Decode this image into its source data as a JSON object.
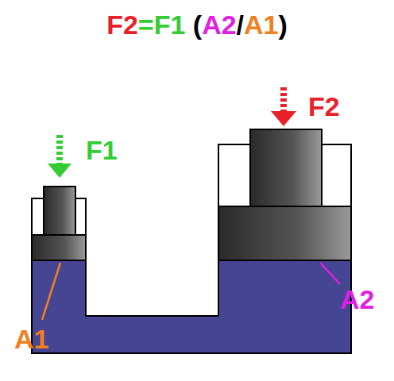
{
  "diagram": {
    "labels": [
      "F2",
      "=F1",
      " (",
      "A2",
      "/",
      "A1",
      ")",
      "F1",
      "F2",
      "A2",
      "A1"
    ]
  }
}
